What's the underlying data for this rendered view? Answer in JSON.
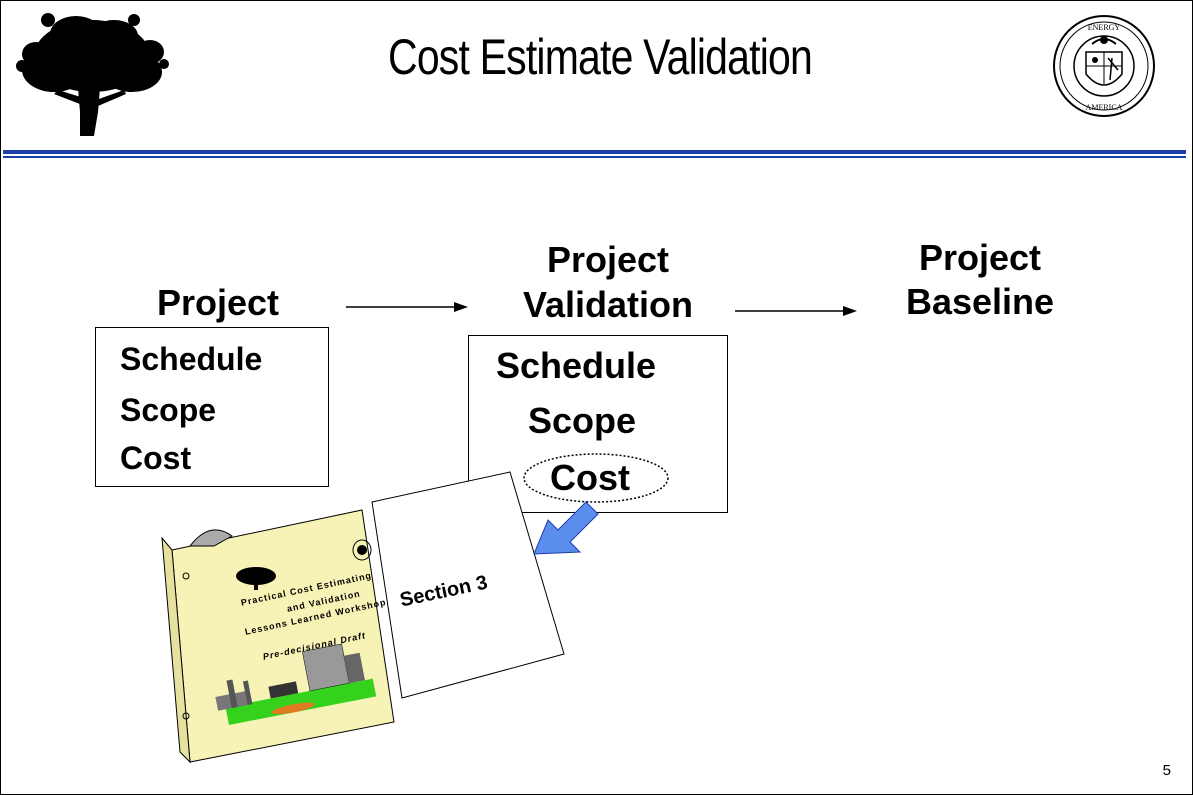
{
  "title": "Cost Estimate Validation",
  "colors": {
    "rule": "#1f3fa8",
    "binder": "#f7f2b6",
    "arrow": "#5b8def"
  },
  "icons": {
    "left_logo": "oak-tree-icon",
    "right_logo": "doe-seal-icon"
  },
  "flow": {
    "start": {
      "heading": "Project",
      "items": [
        "Schedule",
        "Scope",
        "Cost"
      ]
    },
    "middle": {
      "heading_line1": "Project",
      "heading_line2": "Validation",
      "items": [
        "Schedule",
        "Scope",
        "Cost"
      ]
    },
    "end": {
      "heading_line1": "Project",
      "heading_line2": "Baseline"
    }
  },
  "binder": {
    "cover_line1": "Practical Cost Estimating",
    "cover_line2": "and Validation",
    "cover_line3": "Lessons Learned Workshop",
    "cover_subtitle": "Pre-decisional Draft",
    "section_label": "Section 3"
  },
  "page_number": "5"
}
